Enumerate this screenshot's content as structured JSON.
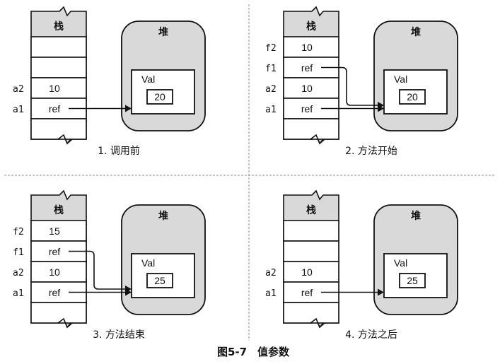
{
  "caption": "图5-7　值参数",
  "labels": {
    "stack": "栈",
    "heap": "堆",
    "val": "Val"
  },
  "panels": [
    {
      "caption": "1. 调用前",
      "cells": [
        {
          "var": "",
          "value": ""
        },
        {
          "var": "",
          "value": ""
        },
        {
          "var": "a2",
          "value": "10"
        },
        {
          "var": "a1",
          "value": "ref"
        },
        {
          "var": "",
          "value": ""
        }
      ],
      "heap_value": "20"
    },
    {
      "caption": "2. 方法开始",
      "cells": [
        {
          "var": "f2",
          "value": "10"
        },
        {
          "var": "f1",
          "value": "ref"
        },
        {
          "var": "a2",
          "value": "10"
        },
        {
          "var": "a1",
          "value": "ref"
        },
        {
          "var": "",
          "value": ""
        }
      ],
      "heap_value": "20"
    },
    {
      "caption": "3. 方法结束",
      "cells": [
        {
          "var": "f2",
          "value": "15"
        },
        {
          "var": "f1",
          "value": "ref"
        },
        {
          "var": "a2",
          "value": "10"
        },
        {
          "var": "a1",
          "value": "ref"
        },
        {
          "var": "",
          "value": ""
        }
      ],
      "heap_value": "25"
    },
    {
      "caption": "4. 方法之后",
      "cells": [
        {
          "var": "",
          "value": ""
        },
        {
          "var": "",
          "value": ""
        },
        {
          "var": "a2",
          "value": "10"
        },
        {
          "var": "a1",
          "value": "ref"
        },
        {
          "var": "",
          "value": ""
        }
      ],
      "heap_value": "25"
    }
  ]
}
